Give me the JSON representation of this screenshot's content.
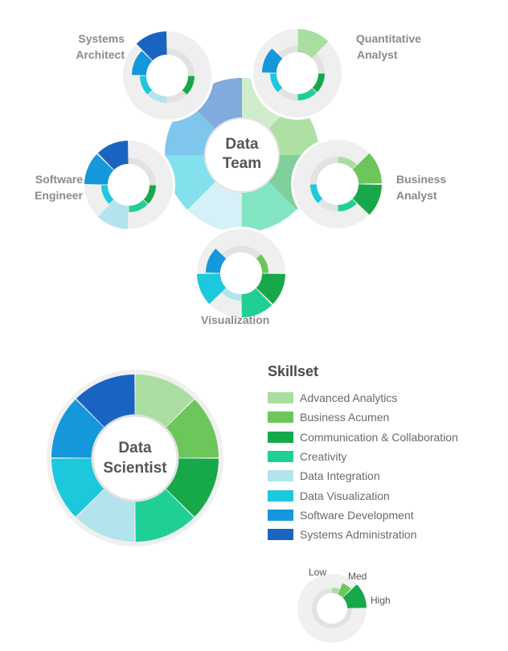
{
  "skills": [
    {
      "name": "Advanced Analytics",
      "color": "#a9dea0"
    },
    {
      "name": "Business Acumen",
      "color": "#6cc65a"
    },
    {
      "name": "Communication & Collaboration",
      "color": "#17a84a"
    },
    {
      "name": "Creativity",
      "color": "#1fcf95"
    },
    {
      "name": "Data Integration",
      "color": "#b3e4ee"
    },
    {
      "name": "Data Visualization",
      "color": "#1cc8dc"
    },
    {
      "name": "Software Development",
      "color": "#1597dc"
    },
    {
      "name": "Systems Administration",
      "color": "#1a64c1"
    }
  ],
  "center": {
    "line1": "Data",
    "line2": "Team"
  },
  "legend_title": "Skillset",
  "scientist": {
    "line1": "Data",
    "line2": "Scientist"
  },
  "roles": [
    {
      "id": "systems-architect",
      "line1": "Systems",
      "line2": "Architect",
      "levels": [
        0,
        0,
        1,
        0,
        1,
        1,
        2,
        3
      ]
    },
    {
      "id": "quantitative-analyst",
      "line1": "Quantitative",
      "line2": "Analyst",
      "levels": [
        3,
        0,
        1,
        1,
        0,
        1,
        2,
        0
      ]
    },
    {
      "id": "business-analyst",
      "line1": "Business",
      "line2": "Analyst",
      "levels": [
        1,
        3,
        3,
        1,
        0,
        1,
        0,
        0
      ]
    },
    {
      "id": "visualization",
      "line1": "Visualization",
      "line2": "",
      "levels": [
        0,
        1,
        3,
        3,
        1,
        3,
        2,
        0
      ]
    },
    {
      "id": "software-engineer",
      "line1": "Software",
      "line2": "Engineer",
      "levels": [
        0,
        0,
        1,
        1,
        3,
        1,
        3,
        3
      ]
    }
  ],
  "scale": {
    "low": "Low",
    "med": "Med",
    "high": "High"
  }
}
